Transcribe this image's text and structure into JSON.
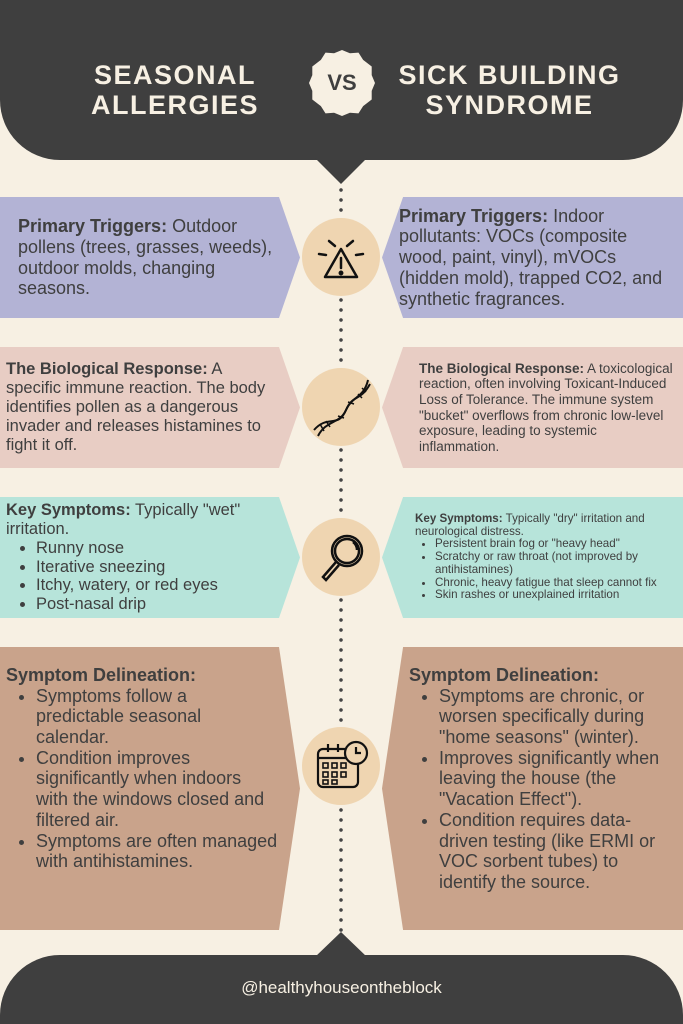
{
  "header": {
    "left_title": [
      "SEASONAL",
      "ALLERGIES"
    ],
    "vs": "VS",
    "right_title": [
      "SICK BUILDING",
      "SYNDROME"
    ]
  },
  "rows": [
    {
      "icon": "warning-icon",
      "left": {
        "label": "Primary Triggers:",
        "text": " Outdoor pollens (trees, grasses, weeds), outdoor molds, changing seasons."
      },
      "right": {
        "label": "Primary Triggers:",
        "text": " Indoor pollutants: VOCs (composite wood, paint, vinyl), mVOCs (hidden mold), trapped CO2, and synthetic fragrances."
      }
    },
    {
      "icon": "dna-icon",
      "left": {
        "label": "The Biological Response:",
        "text": " A specific  immune reaction. The body identifies pollen as a dangerous invader and releases histamines to fight it off."
      },
      "right": {
        "label": "The Biological Response:",
        "text": " A toxicological reaction, often involving Toxicant-Induced Loss of Tolerance. The immune system \"bucket\" overflows from chronic low-level exposure, leading to systemic inflammation."
      }
    },
    {
      "icon": "magnifying-glass-icon",
      "left": {
        "label": "Key Symptoms:",
        "text": " Typically \"wet\" irritation.",
        "items": [
          "Runny nose",
          "Iterative sneezing",
          "Itchy, watery, or red eyes",
          "Post-nasal drip"
        ]
      },
      "right": {
        "label": "Key Symptoms:",
        "text": " Typically \"dry\" irritation and neurological distress.",
        "items": [
          "Persistent brain fog or \"heavy head\"",
          "Scratchy or raw throat (not improved by antihistamines)",
          "Chronic, heavy fatigue that sleep cannot fix",
          "Skin rashes or unexplained irritation"
        ]
      }
    },
    {
      "icon": "calendar-clock-icon",
      "left": {
        "label": "Symptom Delineation:",
        "items": [
          "Symptoms follow a predictable seasonal calendar.",
          "Condition improves significantly when indoors with the windows closed and filtered air.",
          "Symptoms are often managed with antihistamines."
        ]
      },
      "right": {
        "label": "Symptom Delineation:",
        "items": [
          "Symptoms are chronic, or worsen specifically during \"home seasons\" (winter).",
          "Improves significantly when leaving the house (the \"Vacation Effect\").",
          "Condition requires data-driven testing (like ERMI or VOC sorbent tubes) to identify the source."
        ]
      }
    }
  ],
  "footer": {
    "handle": "@healthyhouseontheblock"
  }
}
